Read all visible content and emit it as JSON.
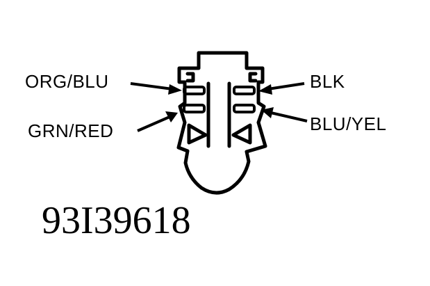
{
  "labels": {
    "top_left": "ORG/BLU",
    "bottom_left": "GRN/RED",
    "top_right": "BLK",
    "bottom_right": "BLU/YEL"
  },
  "figure_id": "93I39618",
  "colors": {
    "line": "#000000",
    "background": "#ffffff"
  }
}
